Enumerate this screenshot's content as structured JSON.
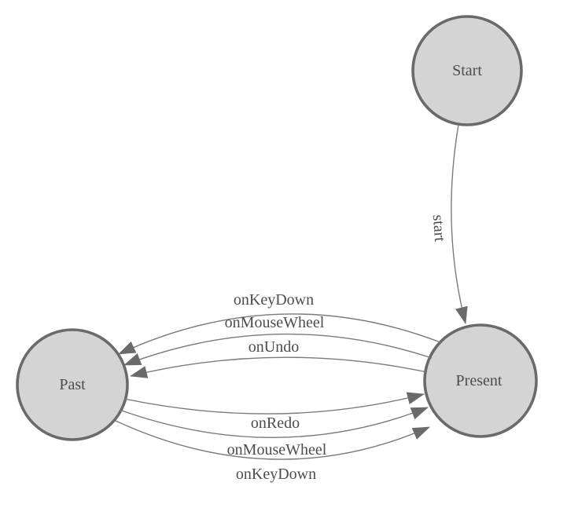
{
  "diagram": {
    "title": "finite-state-machine",
    "colors": {
      "background": "#ffffff",
      "node_fill": "#d4d4d4",
      "node_stroke": "#6a6a6a",
      "edge_stroke": "#7a7a7a",
      "arrow_fill": "#6a6a6a",
      "text": "#4d4d4d"
    },
    "nodes": [
      {
        "id": "start",
        "label": "Start"
      },
      {
        "id": "past",
        "label": "Past"
      },
      {
        "id": "present",
        "label": "Present"
      }
    ],
    "edges": [
      {
        "from": "Start",
        "to": "Present",
        "label": "start"
      },
      {
        "from": "Present",
        "to": "Past",
        "label": "onKeyDown"
      },
      {
        "from": "Present",
        "to": "Past",
        "label": "onMouseWheel"
      },
      {
        "from": "Present",
        "to": "Past",
        "label": "onUndo"
      },
      {
        "from": "Past",
        "to": "Present",
        "label": "onRedo"
      },
      {
        "from": "Past",
        "to": "Present",
        "label": "onMouseWheel"
      },
      {
        "from": "Past",
        "to": "Present",
        "label": "onKeyDown"
      }
    ]
  }
}
